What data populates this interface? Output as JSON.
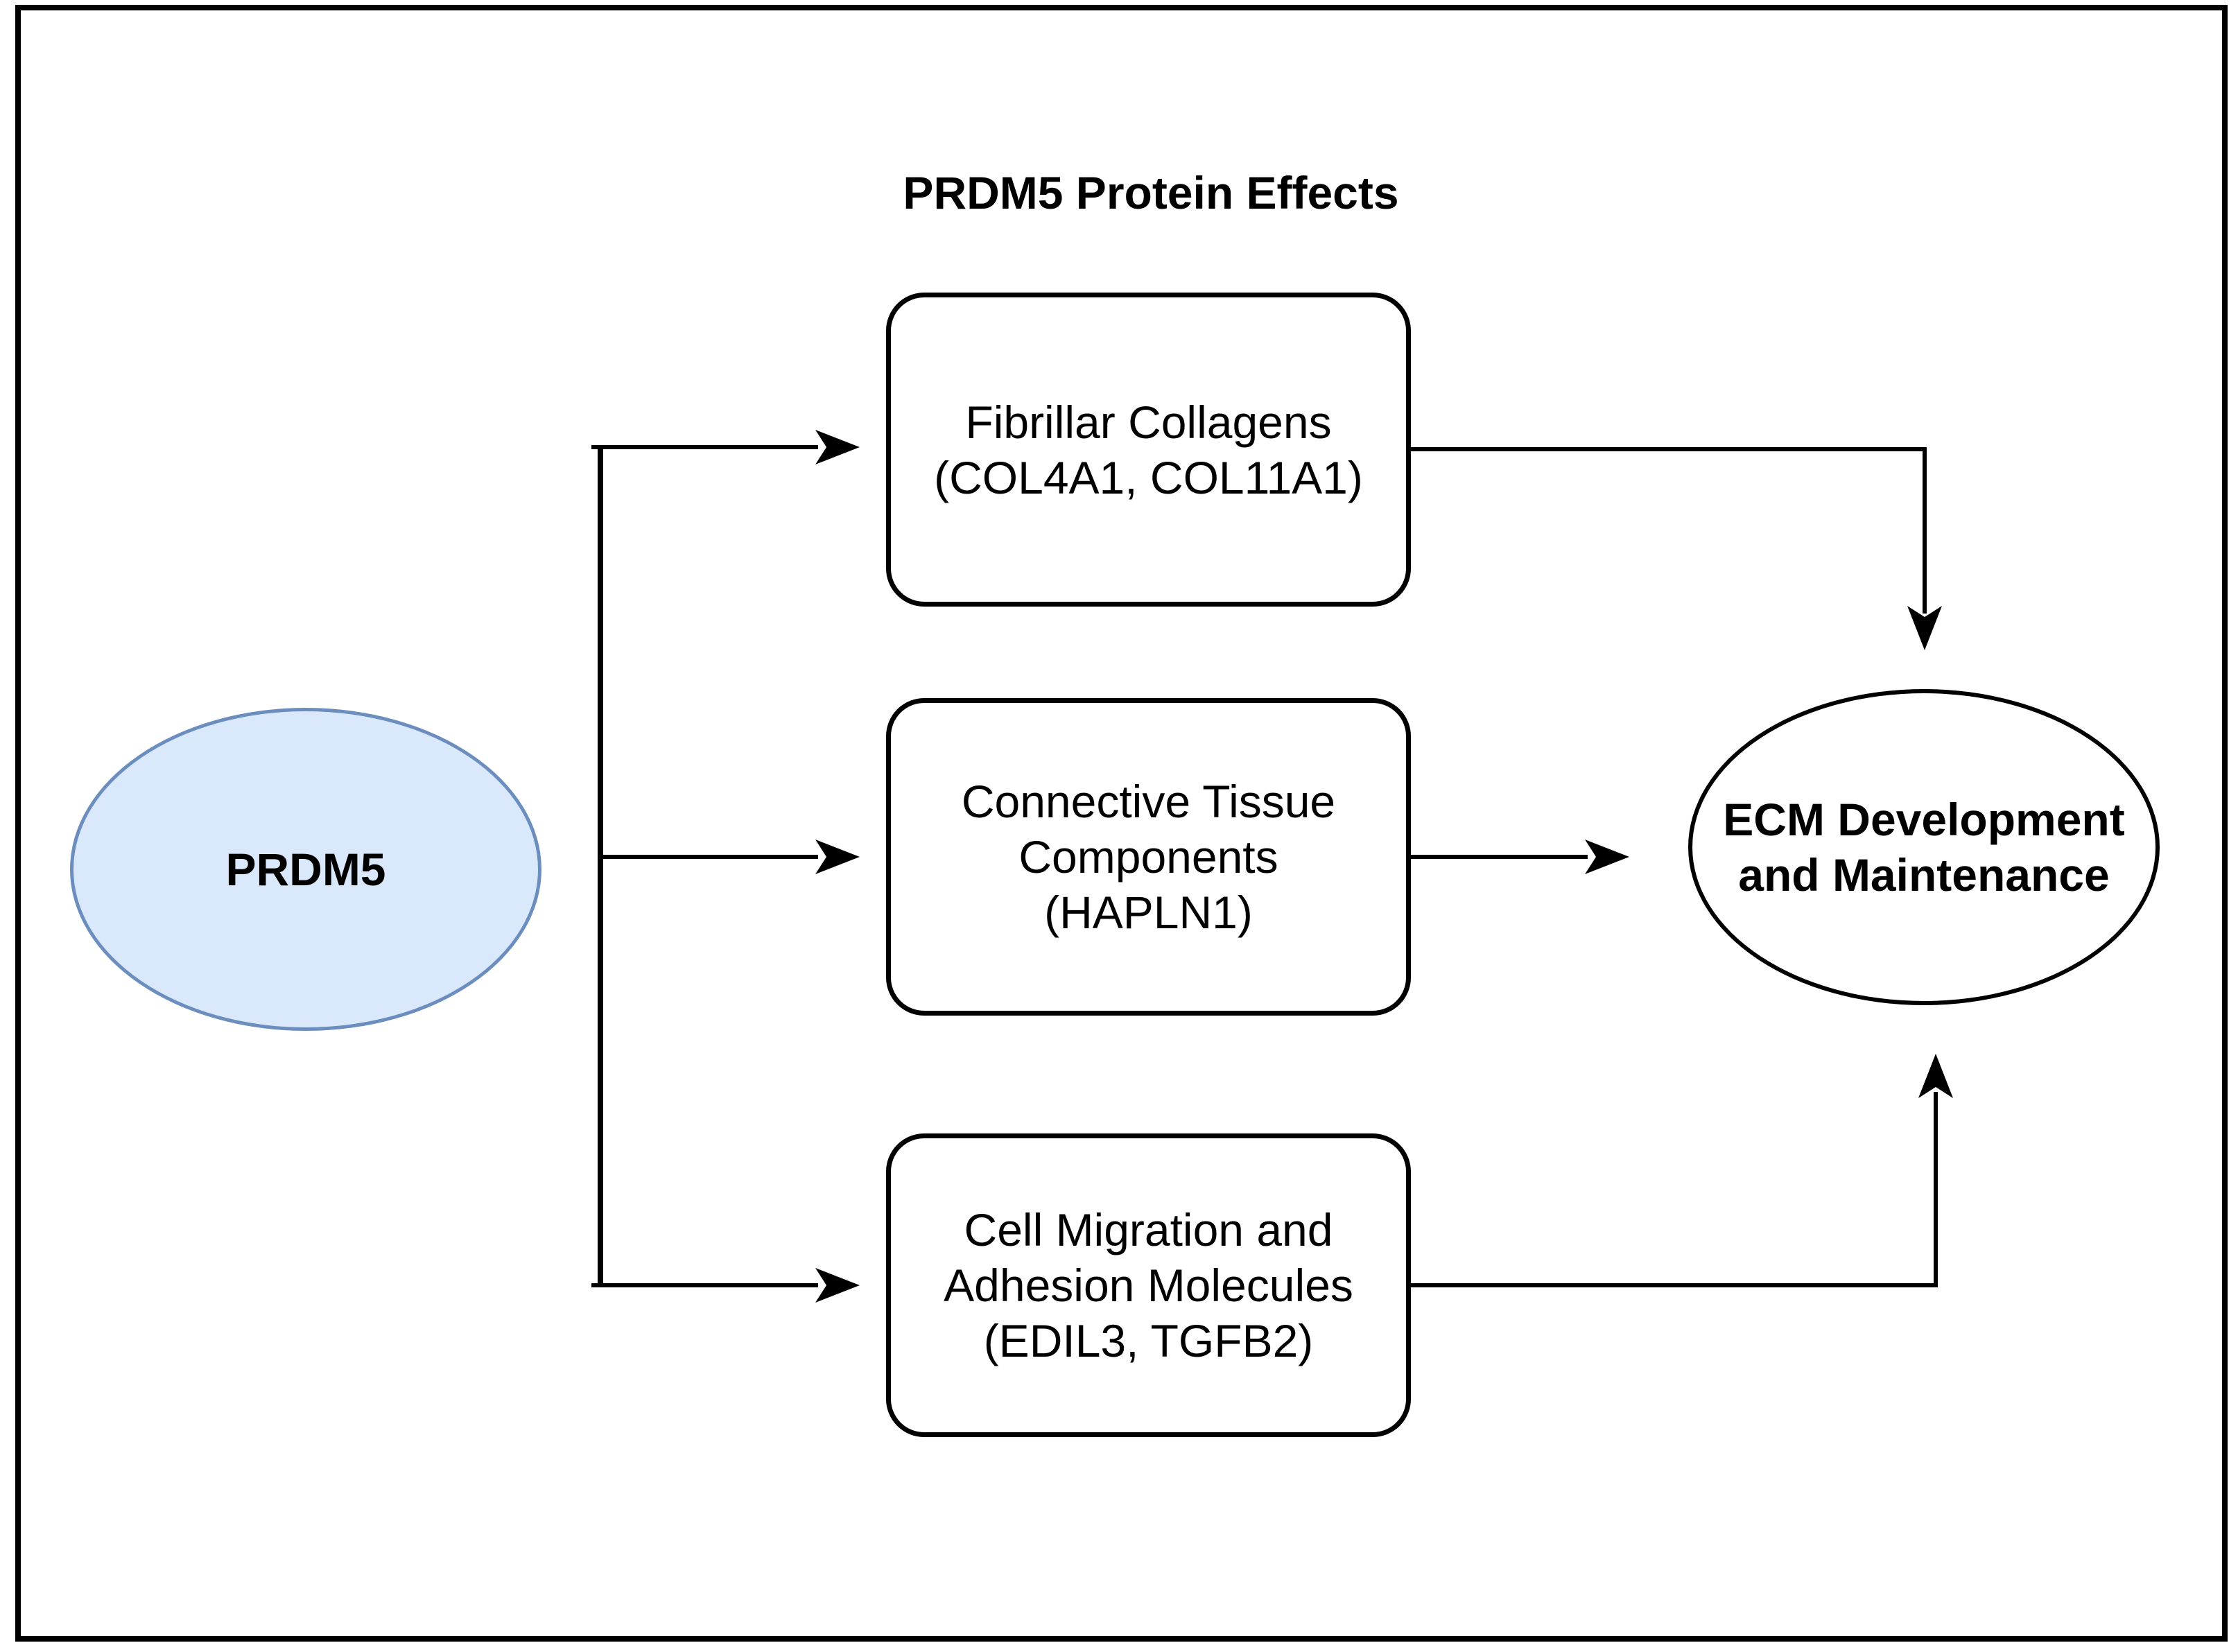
{
  "theme": {
    "canvas-bg": "#ffffff",
    "frame-color": "#000000",
    "line-color": "#000000",
    "text-color": "#000000",
    "source-fill": "#dae8fc",
    "source-stroke": "#6c8ebf",
    "node-fill": "#ffffff",
    "node-stroke": "#000000"
  },
  "diagram": {
    "title": "PRDM5 Protein Effects",
    "source": {
      "label": "PRDM5"
    },
    "effects": [
      {
        "lines": [
          "Fibrillar Collagens",
          "(COL4A1, COL11A1)",
          ""
        ]
      },
      {
        "lines": [
          "Connective Tissue",
          "Components",
          "(HAPLN1)"
        ]
      },
      {
        "lines": [
          "Cell Migration and",
          "Adhesion Molecules",
          "(EDIL3, TGFB2)"
        ]
      }
    ],
    "target": {
      "lines": [
        "ECM Development",
        "and Maintenance"
      ]
    }
  }
}
